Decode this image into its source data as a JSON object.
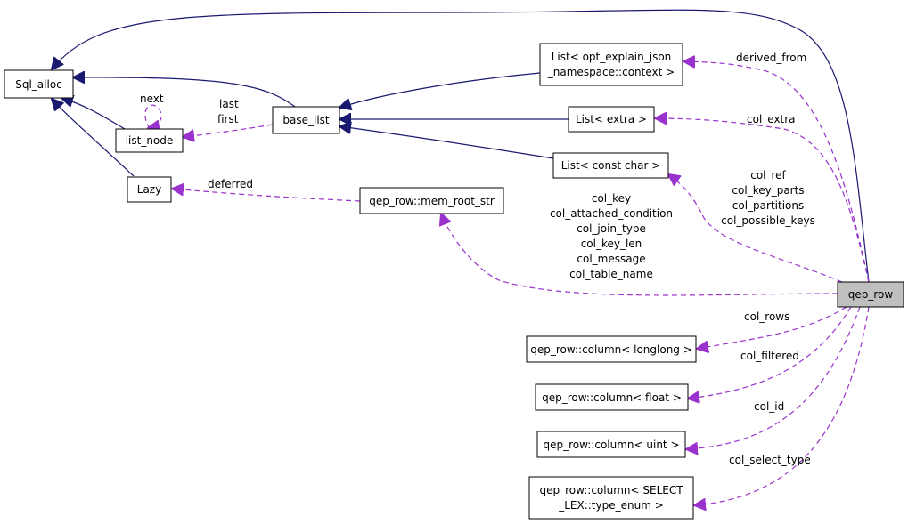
{
  "nodes": {
    "sql_alloc": "Sql_alloc",
    "list_node": "list_node",
    "lazy": "Lazy",
    "base_list": "base_list",
    "list_context": [
      "List< opt_explain_json",
      "_namespace::context >"
    ],
    "list_extra": "List< extra >",
    "list_const_char": "List< const char >",
    "mem_root_str": "qep_row::mem_root_str",
    "qep_row": "qep_row",
    "col_longlong": "qep_row::column< longlong >",
    "col_float": "qep_row::column< float >",
    "col_uint": "qep_row::column< uint >",
    "col_select": [
      "qep_row::column< SELECT",
      "_LEX::type_enum >"
    ]
  },
  "edge_labels": {
    "next": "next",
    "last": "last",
    "first": "first",
    "deferred": "deferred",
    "derived_from": "derived_from",
    "col_extra": "col_extra",
    "const_char_group": [
      "col_ref",
      "col_key_parts",
      "col_partitions",
      "col_possible_keys"
    ],
    "mem_root_group": [
      "col_key",
      "col_attached_condition",
      "col_join_type",
      "col_key_len",
      "col_message",
      "col_table_name"
    ],
    "col_rows": "col_rows",
    "col_filtered": "col_filtered",
    "col_id": "col_id",
    "col_select_type": "col_select_type"
  },
  "colors": {
    "inheritance": "#191970",
    "usage": "#9a32cd",
    "highlight_fill": "#bfbfbf"
  }
}
